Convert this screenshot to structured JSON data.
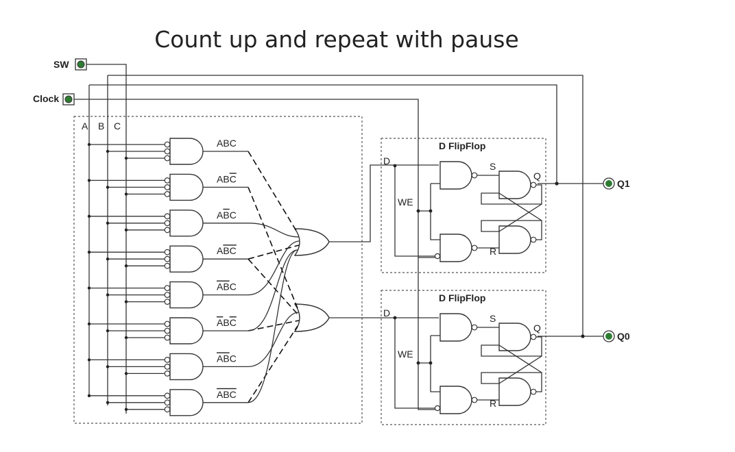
{
  "title": "Count up and repeat with pause",
  "inputs": {
    "sw": "SW",
    "clock": "Clock"
  },
  "outputs": {
    "q1": "Q1",
    "q0": "Q0"
  },
  "bus_labels": [
    "A",
    "B",
    "C"
  ],
  "minterms": [
    {
      "segments": [
        [
          "A",
          true
        ],
        [
          "B",
          true
        ],
        [
          "C",
          true
        ]
      ]
    },
    {
      "segments": [
        [
          "A",
          true
        ],
        [
          "B",
          true
        ],
        [
          "C",
          false
        ]
      ]
    },
    {
      "segments": [
        [
          "A",
          true
        ],
        [
          "B",
          false
        ],
        [
          "C",
          true
        ]
      ]
    },
    {
      "segments": [
        [
          "A",
          true
        ],
        [
          "BC",
          false
        ]
      ]
    },
    {
      "segments": [
        [
          "AB",
          false
        ],
        [
          "C",
          true
        ]
      ]
    },
    {
      "segments": [
        [
          "A",
          false
        ],
        [
          "B",
          true
        ],
        [
          "C",
          false
        ]
      ]
    },
    {
      "segments": [
        [
          "AB",
          false
        ],
        [
          "C",
          true
        ]
      ]
    },
    {
      "segments": [
        [
          "ABC",
          false
        ]
      ]
    }
  ],
  "flipflop": {
    "title": "D FlipFlop",
    "d": "D",
    "we": "WE",
    "s": "S",
    "r": "R",
    "q": "Q"
  },
  "colors": {
    "io_fill": "#2e7d32",
    "wire": "#333333"
  }
}
